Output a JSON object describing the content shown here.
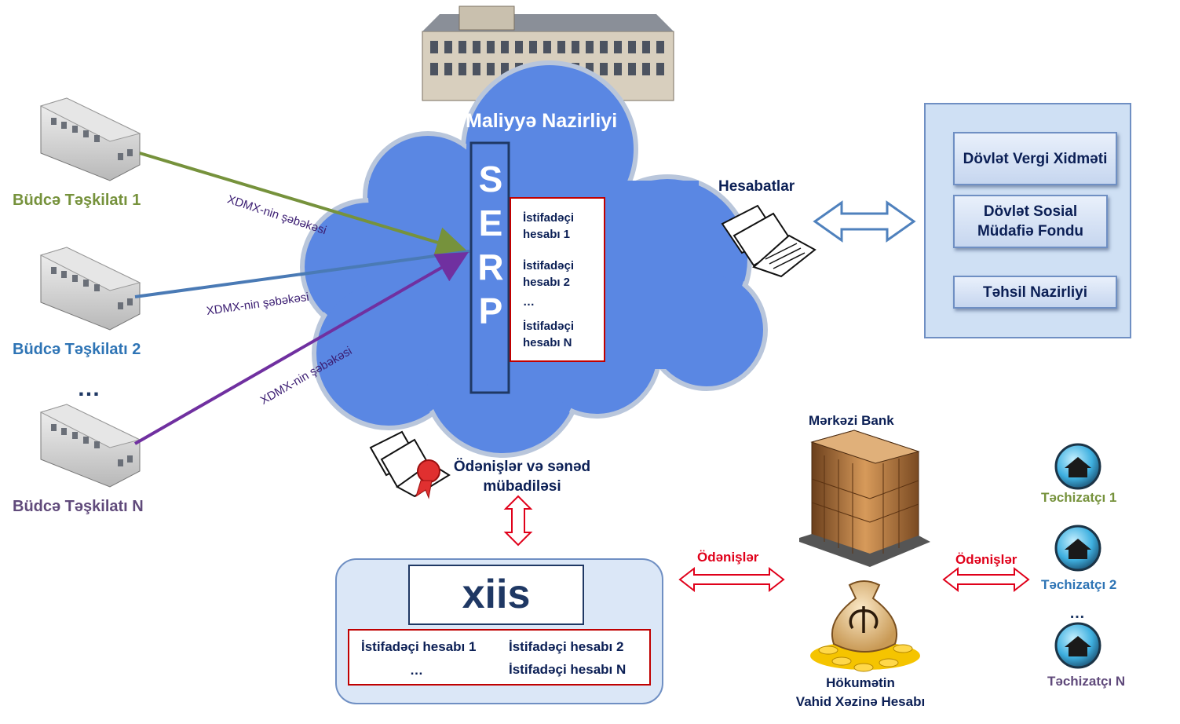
{
  "ministry": {
    "title": "Maliyyə Nazirliyi"
  },
  "serp": {
    "letters": [
      "S",
      "E",
      "R",
      "P"
    ],
    "accounts": [
      "İstifadəçi hesabı 1",
      "İstifadəçi hesabı 2",
      "…",
      "İstifadəçi hesabı N"
    ]
  },
  "budget_orgs": [
    {
      "label": "Büdcə Təşkilatı 1",
      "color": "#76923c"
    },
    {
      "label": "Büdcə Təşkilatı 2",
      "color": "#2e74b5"
    },
    {
      "label": "…"
    },
    {
      "label": "Büdcə Təşkilatı N",
      "color": "#604a7b"
    }
  ],
  "network_labels": [
    "XDMX-nin şəbəkəsi",
    "XDMX-nin şəbəkəsi",
    "XDMX-nin şəbəkəsi"
  ],
  "reports": {
    "label": "Hesabatlar"
  },
  "gov_agencies": [
    "Dövlət Vergi Xidməti",
    "Dövlət Sosial Müdafiə Fondu",
    "Təhsil Nazirliyi"
  ],
  "exchange": {
    "label": "Ödənişlər və sənəd mübadiləsi"
  },
  "xiis": {
    "title": "xiis",
    "accounts": [
      "İstifadəçi hesabı 1",
      "İstifadəçi hesabı 2",
      "…",
      "İstifadəçi hesabı N"
    ]
  },
  "payments": {
    "left": "Ödənişlər",
    "right": "Ödənişlər"
  },
  "bank": {
    "title": "Mərkəzi Bank",
    "treasury_line1": "Hökumətin",
    "treasury_line2": "Vahid Xəzinə Hesabı"
  },
  "suppliers": [
    {
      "label": "Təchizatçı 1",
      "color": "#76923c"
    },
    {
      "label": "Təchizatçı 2",
      "color": "#2e74b5"
    },
    {
      "label": "…"
    },
    {
      "label": "Təchizatçı N",
      "color": "#604a7b"
    }
  ],
  "colors": {
    "cloud": "#5a87e3",
    "arrow_double_blue": "#4f81bd",
    "arrow_red": "#e0001a",
    "accent_navy": "#1f3864"
  }
}
